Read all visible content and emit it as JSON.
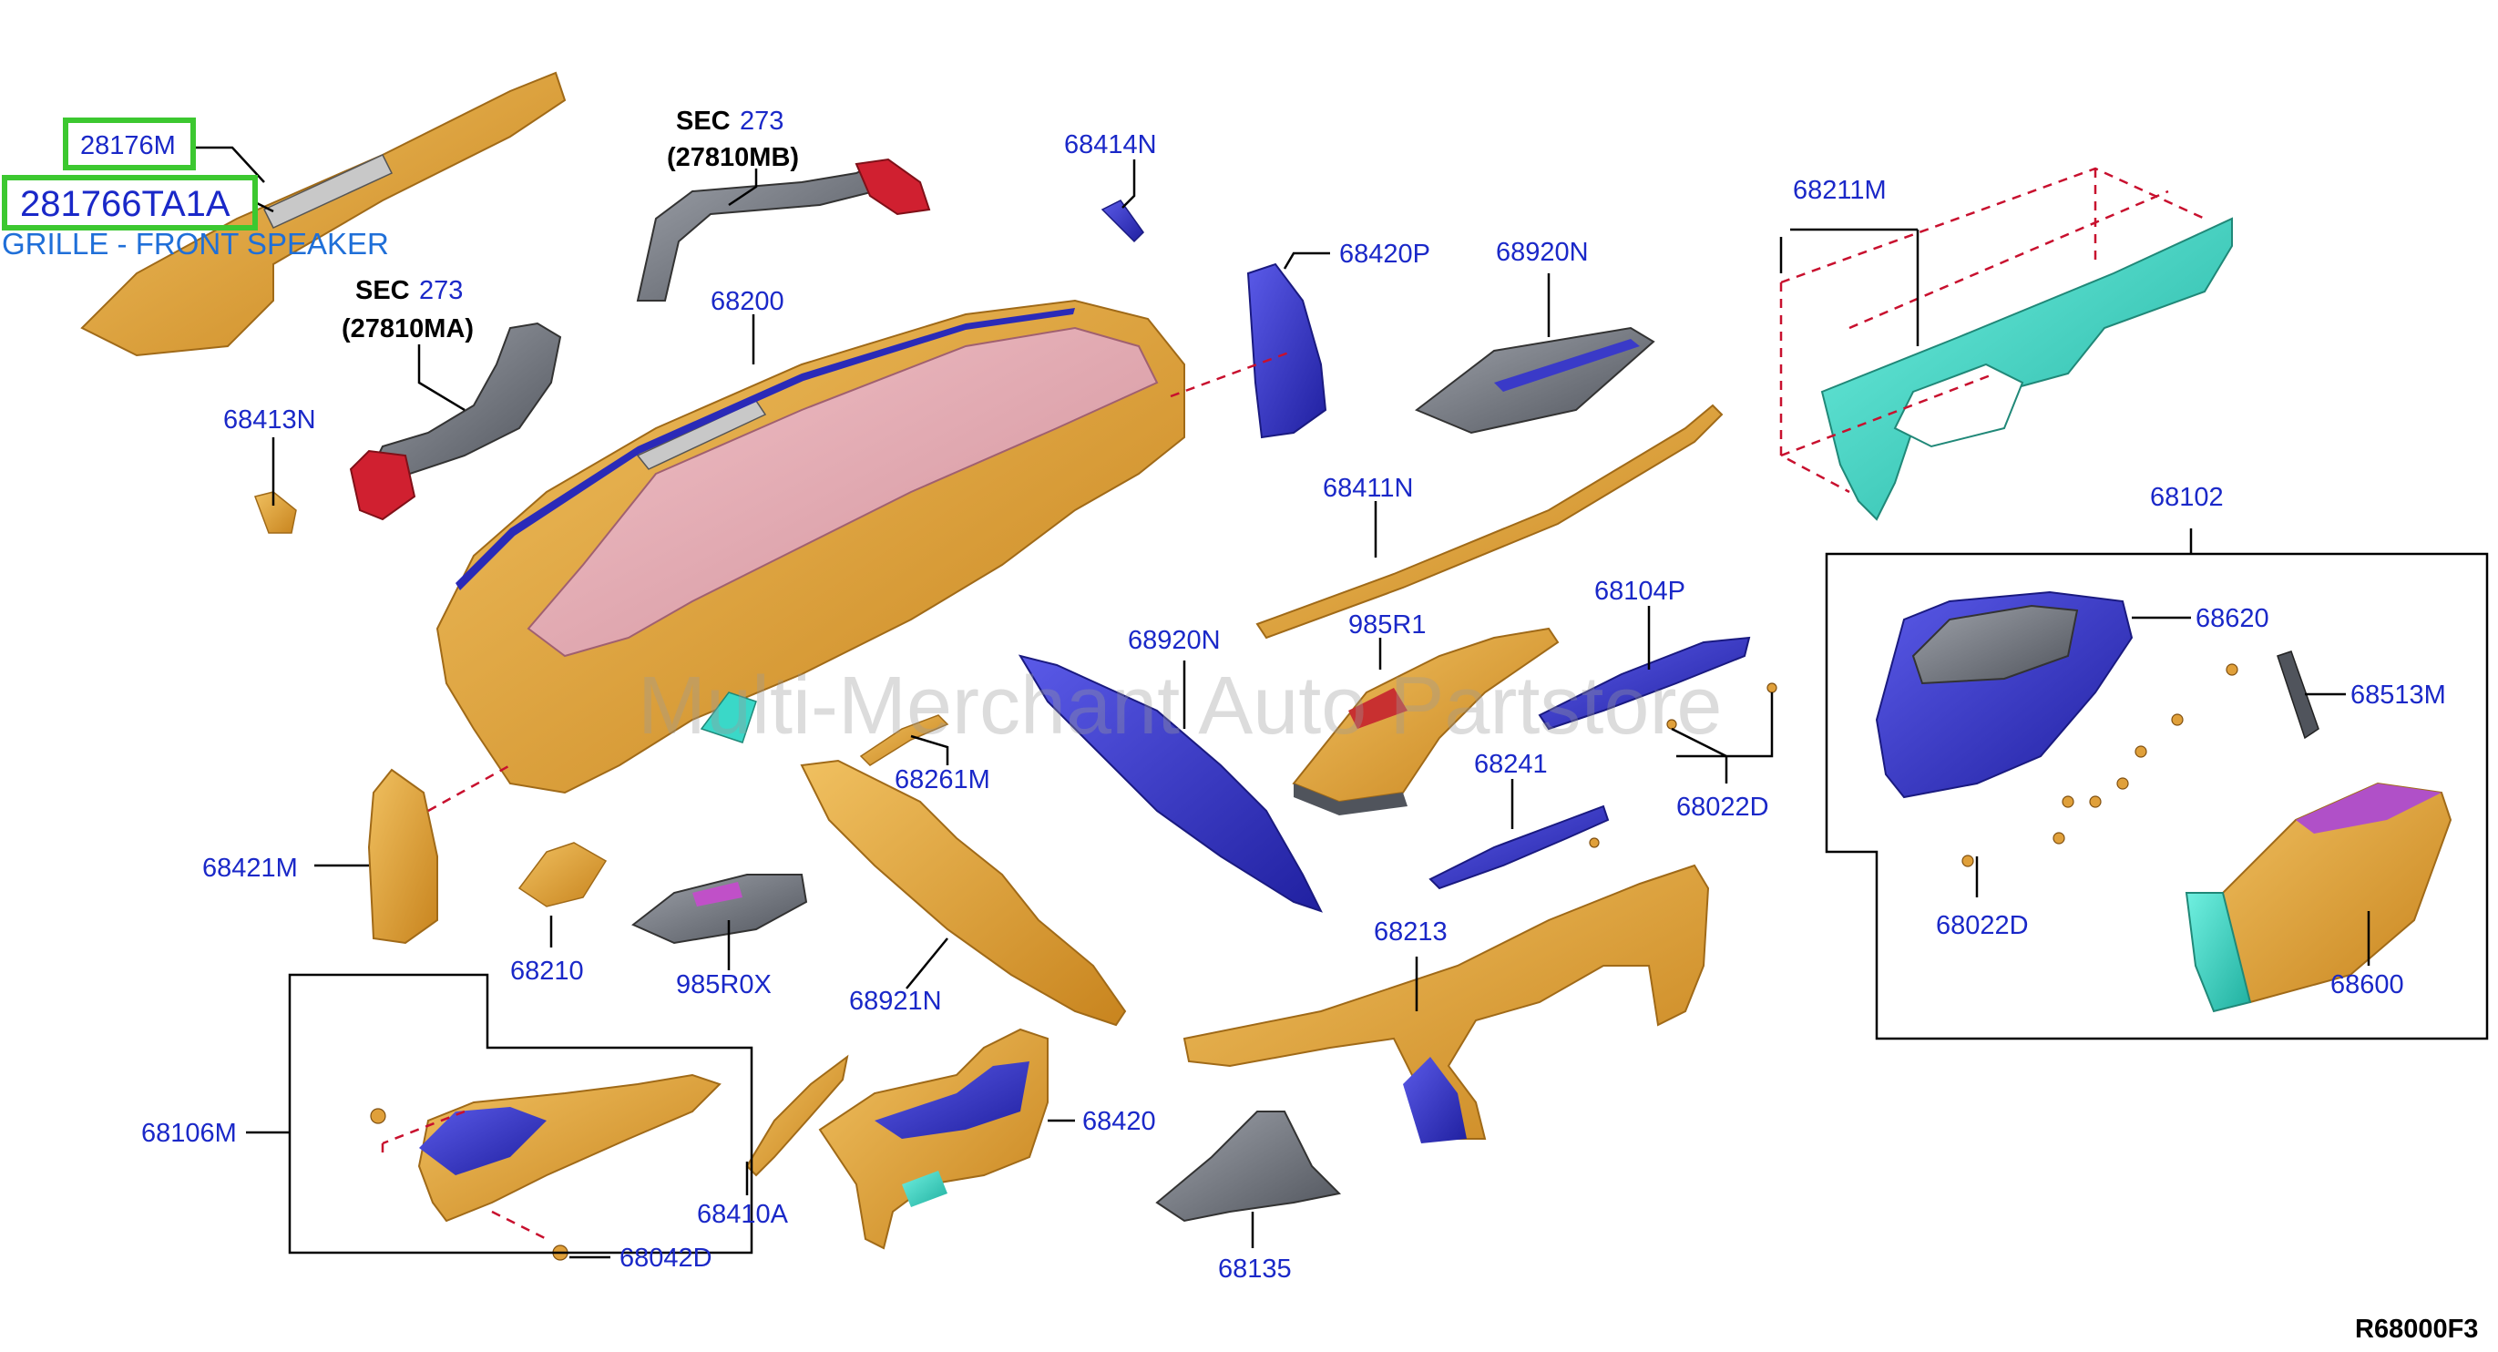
{
  "labels": {
    "l28176m": "28176M",
    "l281766ta1a": "281766TA1A",
    "grille_desc": "GRILLE - FRONT SPEAKER",
    "sec_a": "SEC",
    "sec_a_num": "273",
    "sec_a_code": "(27810MB)",
    "sec_b": "SEC",
    "sec_b_num": "273",
    "sec_b_code": "(27810MA)",
    "l68414n": "68414N",
    "l68200": "68200",
    "l68420p": "68420P",
    "l68920n_top": "68920N",
    "l68211m": "68211M",
    "l68413n": "68413N",
    "l68411n": "68411N",
    "l68102": "68102",
    "l68104p": "68104P",
    "l985r1": "985R1",
    "l68920n_mid": "68920N",
    "l68620": "68620",
    "l68513m": "68513M",
    "l68261m": "68261M",
    "l68241": "68241",
    "l68022d_mid": "68022D",
    "l68421m": "68421M",
    "l68022d_right": "68022D",
    "l68213": "68213",
    "l68210": "68210",
    "l985r0x": "985R0X",
    "l68921n": "68921N",
    "l68600": "68600",
    "l68106m": "68106M",
    "l68420": "68420",
    "l68410a": "68410A",
    "l68042d": "68042D",
    "l68135": "68135",
    "ref": "R68000F3",
    "watermark": "Multi-Merchant Auto Partstore"
  },
  "colors": {
    "label_blue": "#1a28c8",
    "desc_blue": "#1f6fd8",
    "highlight_green": "#3cc830",
    "part_orange": "#e0a03a",
    "part_pink": "#e0a0a8",
    "part_blue": "#3a3ac8",
    "part_teal": "#3ad8c8",
    "part_gray": "#7a7e86",
    "part_red": "#d02030",
    "dashed_red": "#c8102e"
  }
}
